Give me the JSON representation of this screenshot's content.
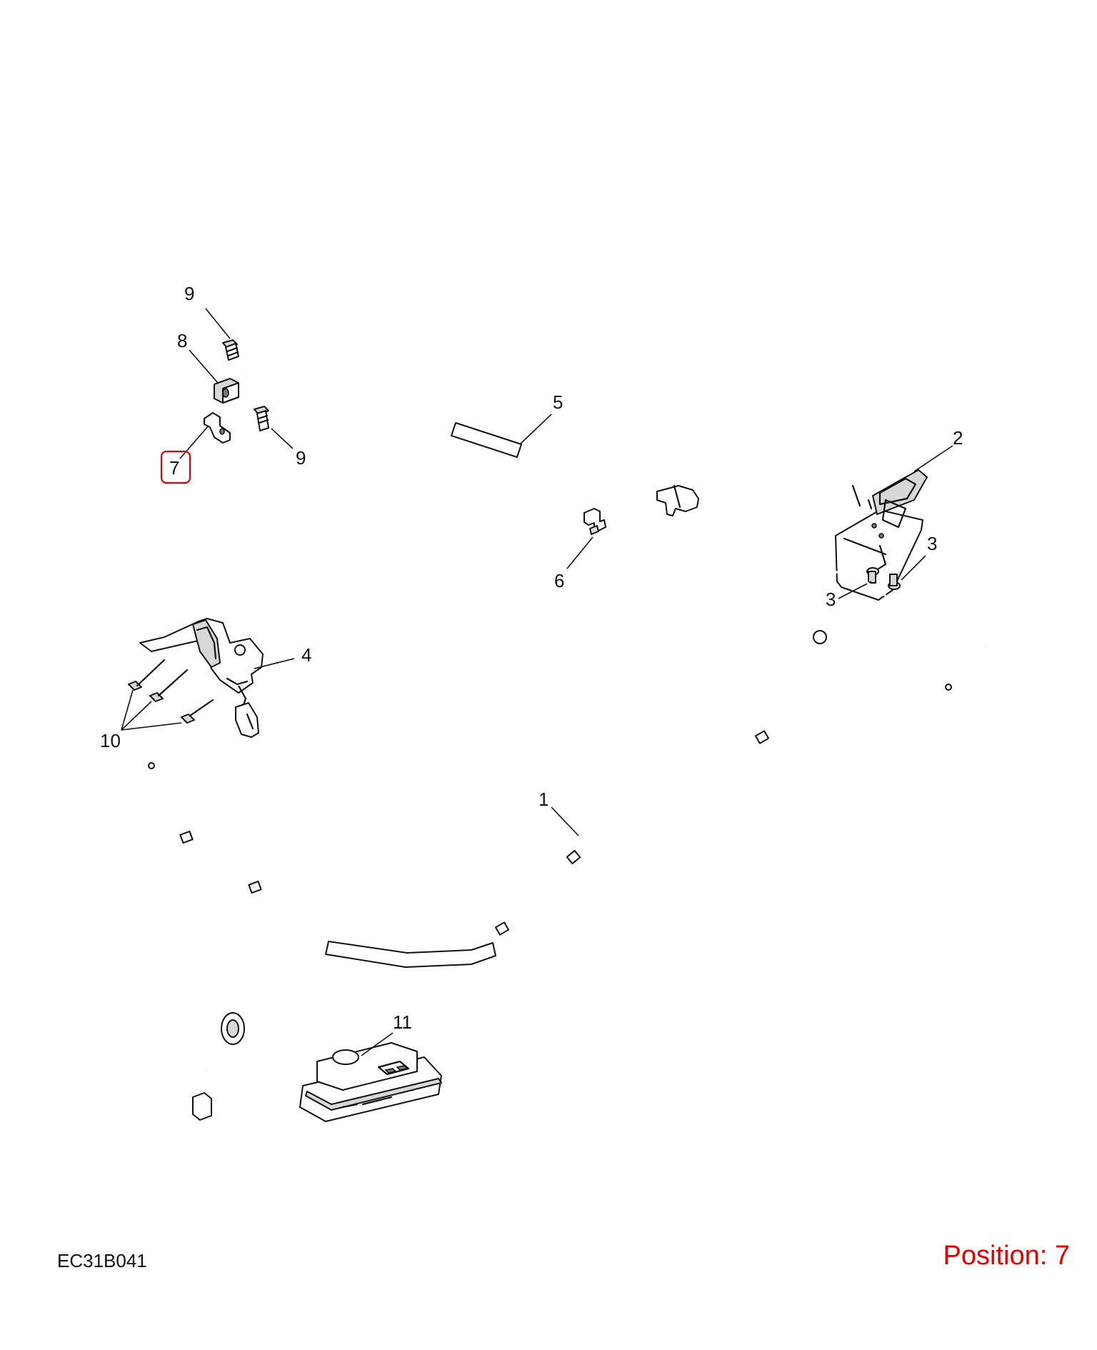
{
  "diagram": {
    "callouts": [
      {
        "id": "c9a",
        "label": "9"
      },
      {
        "id": "c8",
        "label": "8"
      },
      {
        "id": "c9b",
        "label": "9"
      },
      {
        "id": "c7",
        "label": "7"
      },
      {
        "id": "c5",
        "label": "5"
      },
      {
        "id": "c6",
        "label": "6"
      },
      {
        "id": "c2",
        "label": "2"
      },
      {
        "id": "c3a",
        "label": "3"
      },
      {
        "id": "c3b",
        "label": "3"
      },
      {
        "id": "c4",
        "label": "4"
      },
      {
        "id": "c10",
        "label": "10"
      },
      {
        "id": "c1",
        "label": "1"
      },
      {
        "id": "c11",
        "label": "11"
      }
    ],
    "highlight_color": "#e00000"
  },
  "footer": {
    "reference_code": "EC31B041",
    "position_text": "Position: 7"
  }
}
